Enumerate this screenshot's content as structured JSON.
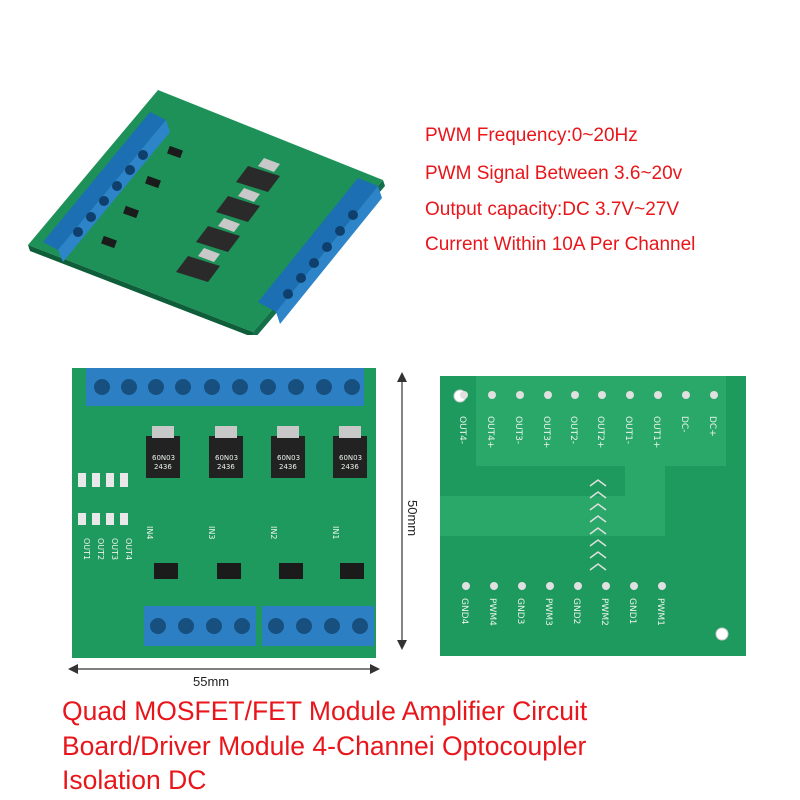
{
  "specs": [
    "PWM Frequency:0~20Hz",
    "PWM Signal Between 3.6~20v",
    "Output capacity:DC 3.7V~27V",
    "Current Within 10A Per Channel"
  ],
  "title_lines": [
    "Quad MOSFET/FET Module Amplifier Circuit",
    "Board/Driver Module 4-Channei Optocoupler",
    "Isolation DC"
  ],
  "dimensions": {
    "height": "50mm",
    "width": "55mm"
  },
  "front_labels": {
    "outs": [
      "OUT1",
      "OUT2",
      "OUT3",
      "OUT4"
    ],
    "ins": [
      "IN4",
      "IN3",
      "IN2",
      "IN1"
    ],
    "mosfet": [
      "60N03",
      "60N03",
      "60N03",
      "60N03"
    ],
    "mosfet_code": [
      "2436",
      "2436",
      "2436",
      "2436"
    ]
  },
  "back_labels": {
    "top": [
      "OUT4-",
      "OUT4+",
      "OUT3-",
      "OUT3+",
      "OUT2-",
      "OUT2+",
      "OUT1-",
      "OUT1+",
      "DC-",
      "DC+"
    ],
    "bottom": [
      "GND4",
      "PWM4",
      "GND3",
      "PWM3",
      "GND2",
      "PWM2",
      "GND1",
      "PWM1"
    ]
  },
  "colors": {
    "accent_text": "#e8161b",
    "pcb": "#1f9a5e",
    "terminal": "#2d7fc4"
  }
}
